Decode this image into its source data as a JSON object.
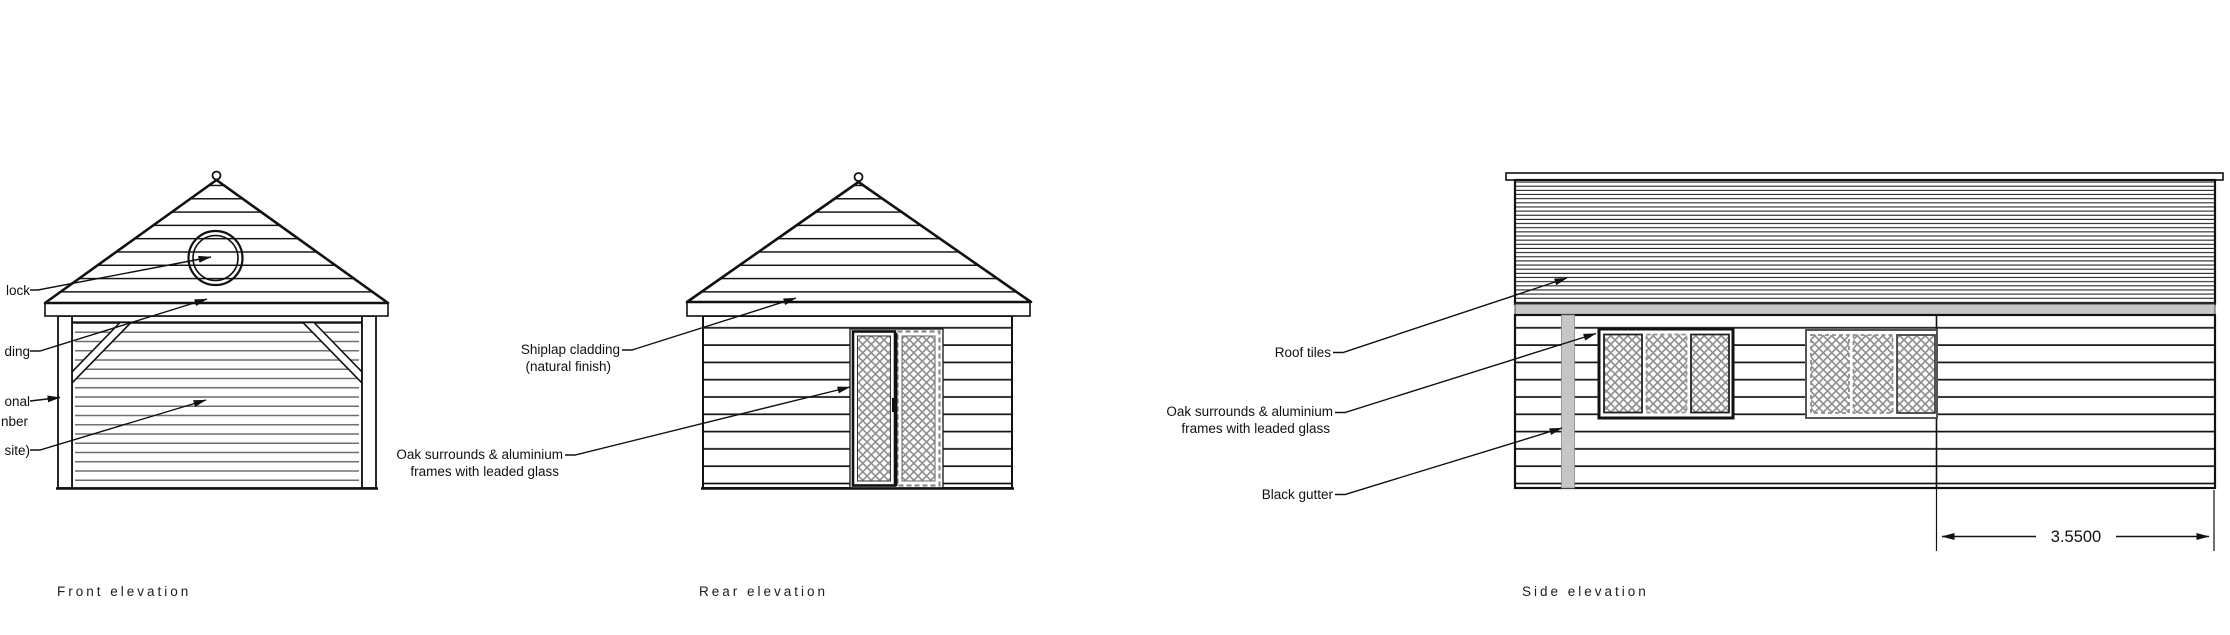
{
  "front": {
    "caption": "Front elevation",
    "labels": {
      "clock_partial": "lock",
      "cladding_partial": "ding",
      "post_partial_line1": "onal",
      "post_partial_line2": "nber",
      "fitted_on_site_partial": "site)"
    }
  },
  "rear": {
    "caption": "Rear elevation",
    "labels": {
      "shiplap_line1": "Shiplap cladding",
      "shiplap_line2": "(natural finish)",
      "oak_line1": "Oak surrounds & aluminium",
      "oak_line2": "frames with leaded glass"
    }
  },
  "side": {
    "caption": "Side elevation",
    "labels": {
      "roof_tiles": "Roof tiles",
      "oak_line1": "Oak surrounds & aluminium",
      "oak_line2": "frames with leaded glass",
      "black_gutter": "Black gutter"
    },
    "dimension_value": "3.5500"
  },
  "colors": {
    "line": "#111111",
    "gutter_gray": "#c6c6c6",
    "hatch_gray": "#8f8f8f",
    "garage_line_gray": "#6e6e6e"
  }
}
